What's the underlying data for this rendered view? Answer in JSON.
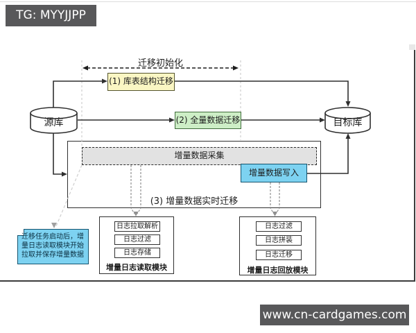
{
  "page": {
    "watermark_top": "TG: MYYJJPP",
    "watermark_bottom": "www.cn-cardgames.com"
  },
  "diagram": {
    "init_phase_label": "迁移初始化",
    "source_db": "源库",
    "target_db": "目标库",
    "step1": "(1) 库表结构迁移",
    "step2": "(2) 全量数据迁移",
    "step3": "(3) 增量数据实时迁移",
    "incremental_collect": "增量数据采集",
    "incremental_write": "增量数据写入",
    "note": "迁移任务启动后，增量日志读取模块开始拉取并保存增量数据",
    "reader_module": {
      "title": "增量日志读取模块",
      "steps": [
        "日志拉取解析",
        "日志过滤",
        "日志存储"
      ]
    },
    "replay_module": {
      "title": "增量日志回放模块",
      "steps": [
        "日志过滤",
        "日志拼装",
        "日志迁移"
      ]
    },
    "colors": {
      "step1_fill": "#FAF6C3",
      "step2_fill": "#CDEEC6",
      "write_fill": "#7DD2F1",
      "note_fill": "#7DD2F1",
      "collect_fill": "#E2E2E2",
      "badge_bg": "#58585A",
      "line": "#2F2F2F"
    }
  }
}
